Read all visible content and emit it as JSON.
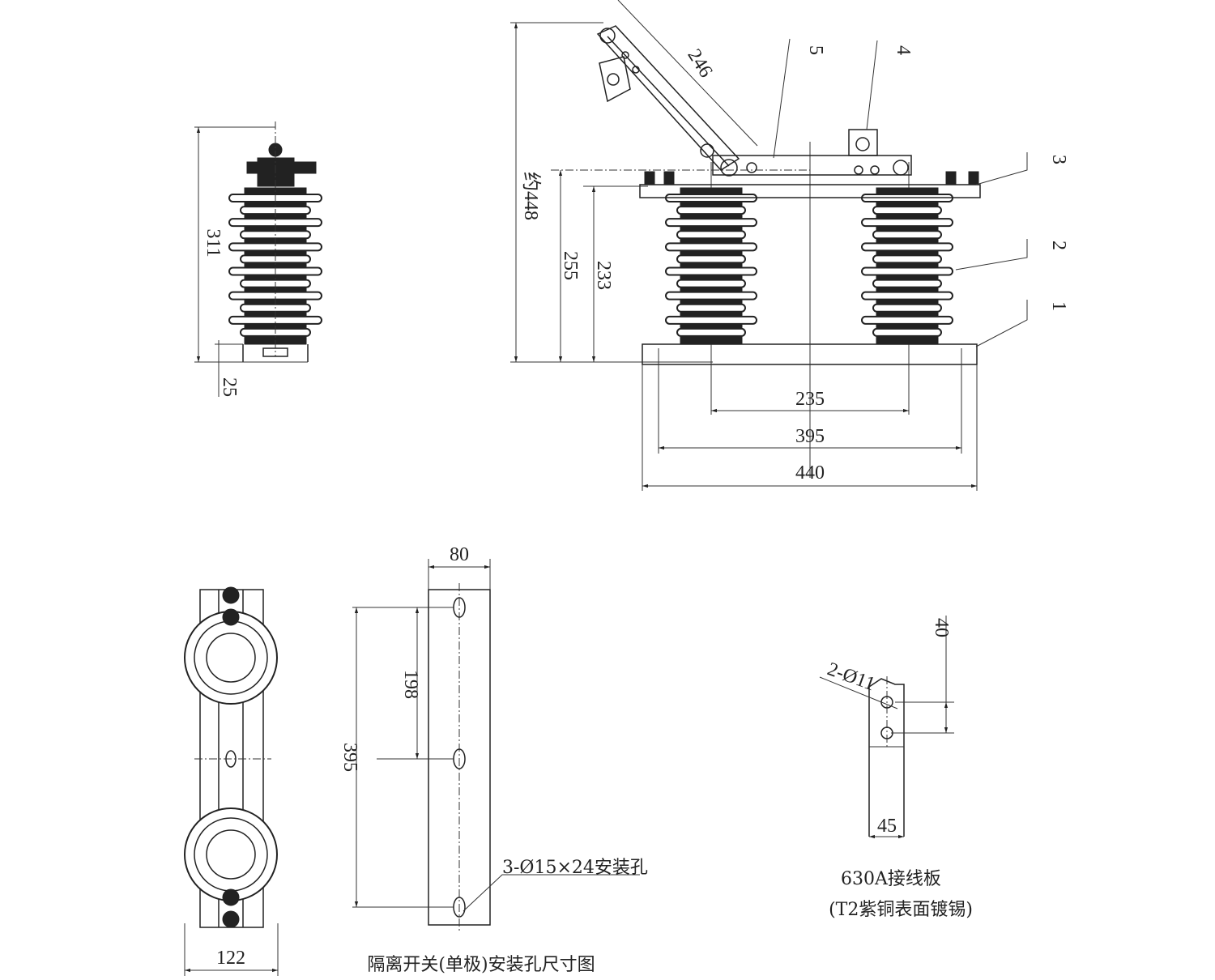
{
  "side_view": {
    "height_dim": "311",
    "base_dim": "25"
  },
  "front_view": {
    "blade_dim": "246",
    "total_height_dim": "约448",
    "height_255": "255",
    "height_233": "233",
    "insulator_spacing": "235",
    "mount_spacing": "395",
    "base_length": "440",
    "part_labels": [
      "1",
      "2",
      "3",
      "4",
      "5"
    ]
  },
  "plan_view": {
    "width_dim": "122"
  },
  "mounting_plate": {
    "width_dim": "80",
    "half_spacing_dim": "198",
    "spacing_dim": "395",
    "hole_note": "3-Ø15×24安装孔",
    "caption": "隔离开关(单极)安装孔尺寸图"
  },
  "terminal_plate": {
    "hole_note": "2-Ø11",
    "hole_spacing_dim": "40",
    "width_dim": "45",
    "caption_line1": "630A接线板",
    "caption_line2": "(T2紫铜表面镀锡)"
  }
}
